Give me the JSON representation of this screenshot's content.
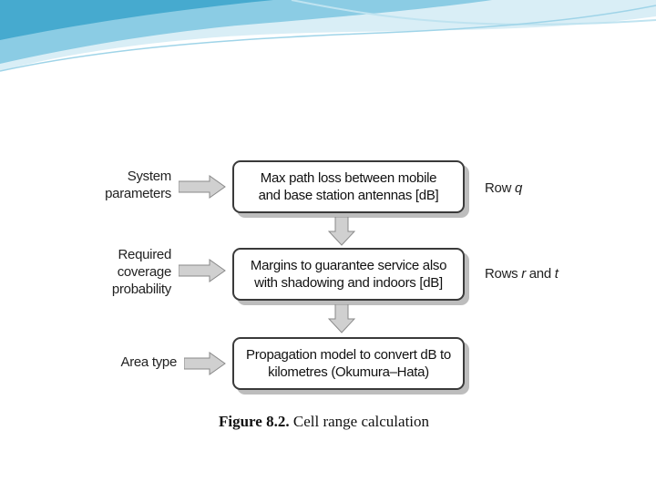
{
  "inputs": [
    {
      "label_line1": "System",
      "label_line2": "parameters",
      "label_line3": ""
    },
    {
      "label_line1": "Required",
      "label_line2": "coverage",
      "label_line3": "probability"
    },
    {
      "label_line1": "Area type",
      "label_line2": "",
      "label_line3": ""
    }
  ],
  "boxes": [
    {
      "line1": "Max path loss between mobile",
      "line2": "and base station antennas [dB]"
    },
    {
      "line1": "Margins to guarantee service also",
      "line2": "with shadowing and indoors [dB]"
    },
    {
      "line1": "Propagation model to convert dB to",
      "line2": "kilometres (Okumura–Hata)"
    }
  ],
  "rows": [
    {
      "prefix": "Row ",
      "var": "q",
      "mid": "",
      "var2": ""
    },
    {
      "prefix": "Rows ",
      "var": "r",
      "mid": " and ",
      "var2": "t"
    }
  ],
  "caption": {
    "label": "Figure 8.2.",
    "text": "Cell range calculation"
  },
  "colors": {
    "swoosh": "#5fb8d8",
    "arrow_fill": "#d0d0d0",
    "arrow_stroke": "#8a8a8a"
  }
}
